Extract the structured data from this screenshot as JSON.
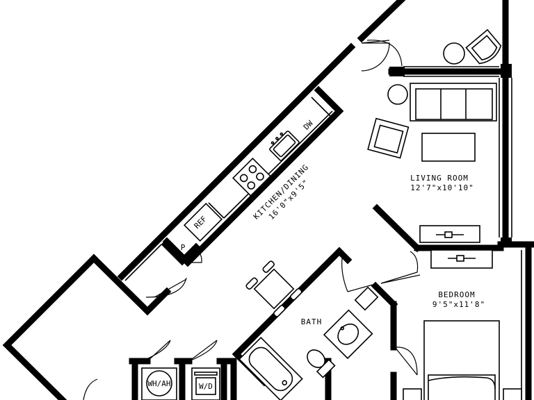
{
  "rooms": {
    "living": {
      "name": "LIVING ROOM",
      "dims": "12'7\"x10'10\""
    },
    "kitchen": {
      "name": "KITCHEN/DINING",
      "dims": "16'0\"x9'5\""
    },
    "bedroom": {
      "name": "BEDROOM",
      "dims": "9'5\"x11'8\""
    },
    "bath": {
      "name": "BATH"
    }
  },
  "fixtures": {
    "ref": "REF",
    "pantry": "P",
    "dishwasher": "DW",
    "water_heater": "WH/AH",
    "washer_dryer": "W/D"
  }
}
